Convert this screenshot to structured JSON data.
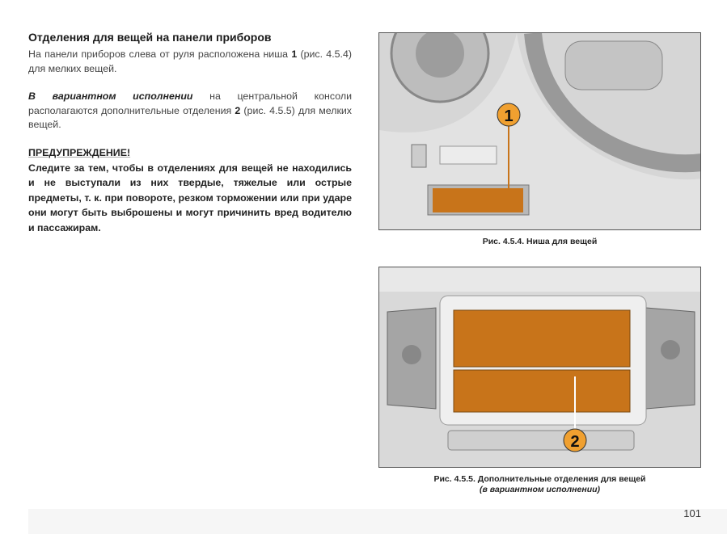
{
  "section": {
    "title": "Отделения для вещей на панели приборов",
    "para1_a": "На панели приборов слева от руля расположена ниша ",
    "para1_num": "1",
    "para1_b": " (рис. 4.5.4) для мелких вещей.",
    "para2_em": "В вариантном исполнении",
    "para2_a": " на центральной консоли располагаются дополнительные отделения ",
    "para2_num": "2",
    "para2_b": " (рис. 4.5.5) для мелких вещей.",
    "warning_title": "ПРЕДУПРЕЖДЕНИЕ!",
    "warning_text": "Следите за тем, чтобы в отделениях для вещей не находились и не выступали из них твердые, тяжелые или острые предметы, т. к. при повороте, резком торможении или при ударе они могут быть выброшены и могут причинить вред водителю и пассажирам."
  },
  "figures": [
    {
      "callout": "1",
      "caption": "Рис. 4.5.4. Ниша для вещей"
    },
    {
      "callout": "2",
      "caption": "Рис. 4.5.5. Дополнительные отделения для вещей",
      "caption_sub": "(в вариантном исполнении)"
    }
  ],
  "colors": {
    "compartment": "#c8741a",
    "callout": "#f0a030"
  },
  "page_number": "101"
}
